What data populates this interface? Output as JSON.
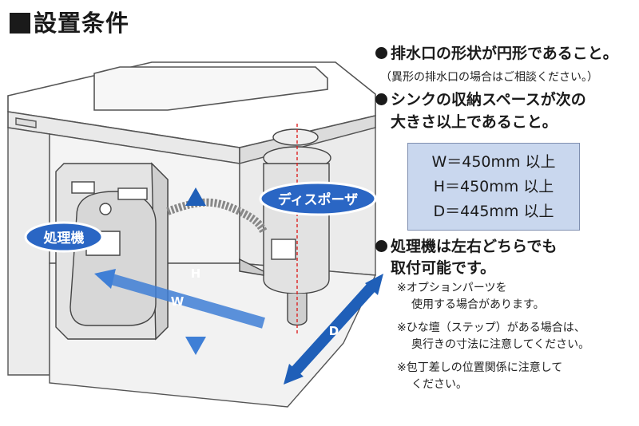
{
  "title": "設置条件",
  "requirements": [
    {
      "text": "排水口の形状が円形であること。"
    },
    {
      "sub": "（異形の排水口の場合はご相談ください。）"
    },
    {
      "text": "シンクの収納スペースが次の"
    },
    {
      "text": "大きさ以上であること。"
    }
  ],
  "dimensions": [
    "W＝450mm 以上",
    "H＝450mm 以上",
    "D＝445mm 以上"
  ],
  "position_note": [
    "処理機は左右どちらでも",
    "取付可能です。"
  ],
  "notes": [
    "※オプションパーツを",
    "使用する場合があります。",
    "※ひな壇（ステップ）がある場合は、",
    "奥行きの寸法に注意してください。",
    "※包丁差しの位置関係に注意して",
    "ください。"
  ],
  "diagram": {
    "label_disposer": "ディスポーザ",
    "label_processor": "処理機",
    "dim_h": "H",
    "dim_w": "W",
    "dim_d": "D"
  },
  "colors": {
    "accent_blue": "#1f5fb8",
    "label_fill": "#2a66c4",
    "box_fill": "#c9d7ee"
  },
  "icons": [
    "black-square-icon",
    "black-circle-bullet-icon"
  ]
}
